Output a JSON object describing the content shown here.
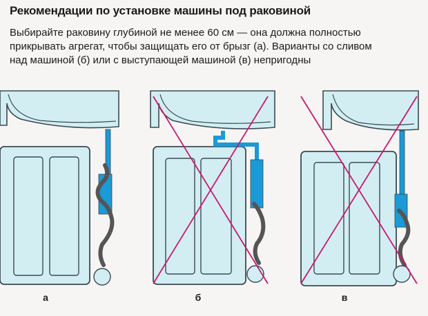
{
  "heading": "Рекомендации по установке машины под раковиной",
  "description": "Выбирайте раковину глубиной не менее 60 см — она должна полностью\nприкрывать агрегат, чтобы защищать его от брызг (а). Варианты со сливом\nнад машиной (б) или с выступающей машиной (в) непригодны",
  "variants": [
    {
      "label": "а",
      "ok": true
    },
    {
      "label": "б",
      "ok": false
    },
    {
      "label": "в",
      "ok": false
    }
  ],
  "colors": {
    "fill": "#d2eef3",
    "stroke": "#3a4a52",
    "pipe": "#1a9ad6",
    "hose": "#555555",
    "cross": "#c8176f"
  }
}
